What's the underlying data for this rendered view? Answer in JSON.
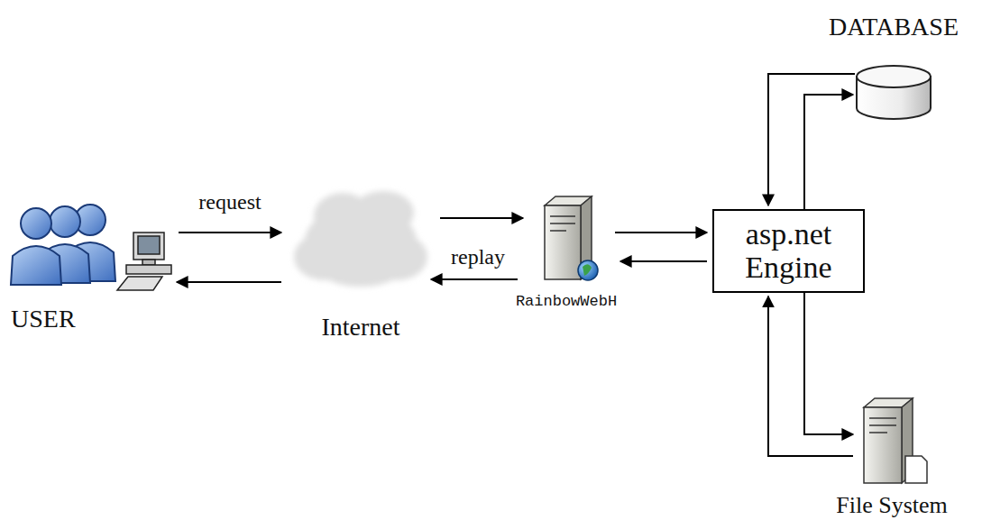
{
  "diagram": {
    "nodes": [
      {
        "text": [
          "USER"
        ]
      },
      {
        "text": [
          "Internet"
        ]
      },
      {
        "text": [
          "RainbowWebH"
        ]
      },
      {
        "text": [
          "asp.net Engine"
        ]
      },
      {
        "text": [
          "DATABASE"
        ]
      },
      {
        "text": [
          "File System"
        ]
      }
    ],
    "edges": [
      {
        "from": 0,
        "to": 1,
        "label": "request",
        "arrow": "to"
      },
      {
        "from": 1,
        "to": 0,
        "arrow": "to"
      },
      {
        "from": 1,
        "to": 2,
        "arrow": "to"
      },
      {
        "from": 2,
        "to": 1,
        "label": "replay",
        "arrow": "to"
      },
      {
        "from": 2,
        "to": 3,
        "arrow": "to"
      },
      {
        "from": 3,
        "to": 2,
        "arrow": "to"
      },
      {
        "from": 3,
        "to": 4,
        "arrow": "to"
      },
      {
        "from": 4,
        "to": 3,
        "arrow": "to"
      },
      {
        "from": 3,
        "to": 5,
        "arrow": "to"
      },
      {
        "from": 5,
        "to": 3,
        "arrow": "to"
      }
    ]
  }
}
